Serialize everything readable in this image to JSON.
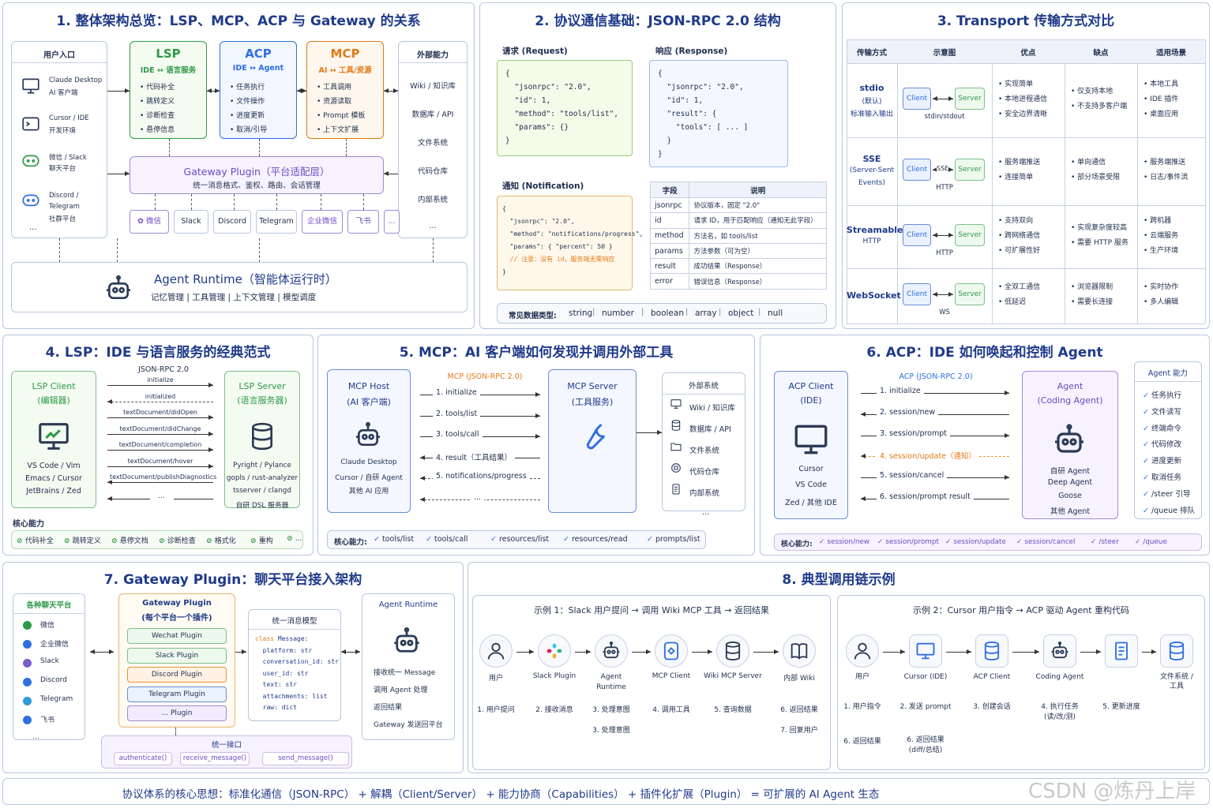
{
  "s1": {
    "title": "1. 整体架构总览：LSP、MCP、ACP 与 Gateway 的关系",
    "user_entry": {
      "title": "用户入口",
      "items": [
        [
          "Claude Desktop",
          "AI 客户端"
        ],
        [
          "Cursor / IDE",
          "开发环境"
        ],
        [
          "微信 / Slack",
          "聊天平台"
        ],
        [
          "Discord /",
          "Telegram",
          "社群平台"
        ]
      ],
      "more": "..."
    },
    "lsp": {
      "title": "LSP",
      "sub": "IDE ↔ 语言服务",
      "items": [
        "代码补全",
        "跳转定义",
        "诊断检查",
        "悬停信息"
      ]
    },
    "acp": {
      "title": "ACP",
      "sub": "IDE ↔ Agent",
      "items": [
        "任务执行",
        "文件操作",
        "进度更新",
        "取消/引导"
      ]
    },
    "mcp": {
      "title": "MCP",
      "sub": "AI ↔ 工具/资源",
      "items": [
        "工具调用",
        "资源读取",
        "Prompt 模板",
        "上下文扩展"
      ]
    },
    "ext": {
      "title": "外部能力",
      "items": [
        "Wiki / 知识库",
        "数据库 / API",
        "文件系统",
        "代码仓库",
        "内部系统",
        "..."
      ]
    },
    "gateway": {
      "title": "Gateway Plugin（平台适配层）",
      "sub": "统一消息格式、鉴权、路由、会话管理",
      "plugins": [
        "微信",
        "Slack",
        "Discord",
        "Telegram",
        "企业微信",
        "飞书",
        "..."
      ]
    },
    "runtime": {
      "title": "Agent Runtime（智能体运行时）",
      "sub": "记忆管理 | 工具管理 | 上下文管理 | 模型调度"
    }
  },
  "s2": {
    "title": "2. 协议通信基础：JSON-RPC 2.0 结构",
    "req_label": "请求 (Request)",
    "req_code": "{\n  \"jsonrpc\": \"2.0\",\n  \"id\": 1,\n  \"method\": \"tools/list\",\n  \"params\": {}\n}",
    "resp_label": "响应 (Response)",
    "resp_code": "{\n  \"jsonrpc\": \"2.0\",\n  \"id\": 1,\n  \"result\": {\n    \"tools\": [ ... ]\n  }\n}",
    "notif_label": "通知 (Notification)",
    "notif_code": "{\n  \"jsonrpc\": \"2.0\",\n  \"method\": \"notifications/progress\",\n  \"params\": { \"percent\": 50 }\n  // 注意：没有 id，服务端无需响应\n}",
    "table": {
      "head": [
        "字段",
        "说明"
      ],
      "rows": [
        [
          "jsonrpc",
          "协议版本，固定 \"2.0\""
        ],
        [
          "id",
          "请求 ID，用于匹配响应（通知无此字段）"
        ],
        [
          "method",
          "方法名，如 tools/list"
        ],
        [
          "params",
          "方法参数（可为空）"
        ],
        [
          "result",
          "成功结果（Response）"
        ],
        [
          "error",
          "错误信息（Response）"
        ]
      ]
    },
    "types_label": "常见数据类型:",
    "types": [
      "string",
      "number",
      "boolean",
      "array",
      "object",
      "null"
    ]
  },
  "s3": {
    "title": "3. Transport 传输方式对比",
    "head": [
      "传输方式",
      "示意图",
      "优点",
      "缺点",
      "适用场景"
    ],
    "rows": [
      {
        "name": [
          "stdio",
          "(默认)",
          "标准输入输出"
        ],
        "via": "stdin/stdout",
        "pros": [
          "实现简单",
          "本地进程通信",
          "安全边界清晰"
        ],
        "cons": [
          "仅支持本地",
          "不支持多客户端"
        ],
        "use": [
          "本地工具",
          "IDE 插件",
          "桌面应用"
        ]
      },
      {
        "name": [
          "SSE",
          "(Server-Sent",
          "Events)"
        ],
        "via": "HTTP",
        "mid": "SSE",
        "pros": [
          "服务端推送",
          "连接简单"
        ],
        "cons": [
          "单向通信",
          "部分场景受限"
        ],
        "use": [
          "服务端推送",
          "日志/事件流"
        ]
      },
      {
        "name": [
          "Streamable",
          "HTTP"
        ],
        "via": "HTTP",
        "pros": [
          "支持双向",
          "跨网络通信",
          "可扩展性好"
        ],
        "cons": [
          "实现复杂度较高",
          "需要 HTTP 服务"
        ],
        "use": [
          "跨机器",
          "云端服务",
          "生产环境"
        ]
      },
      {
        "name": [
          "WebSocket"
        ],
        "via": "WS",
        "pros": [
          "全双工通信",
          "低延迟"
        ],
        "cons": [
          "浏览器限制",
          "需要长连接"
        ],
        "use": [
          "实时协作",
          "多人编辑"
        ]
      }
    ],
    "client": "Client",
    "server": "Server"
  },
  "s4": {
    "title": "4. LSP：IDE 与语言服务的经典范式",
    "proto": "JSON-RPC 2.0",
    "client": {
      "title": [
        "LSP Client",
        "(编辑器)"
      ],
      "items": [
        "VS Code / Vim",
        "Emacs / Cursor",
        "JetBrains / Zed"
      ]
    },
    "server": {
      "title": [
        "LSP Server",
        "(语言服务器)"
      ],
      "items": [
        "Pyright / Pylance",
        "gopls / rust-analyzer",
        "tsserver / clangd",
        "自研 DSL 服务器"
      ]
    },
    "msgs": [
      "initialize",
      "initialized",
      "textDocument/didOpen",
      "textDocument/didChange",
      "textDocument/completion",
      "textDocument/hover",
      "textDocument/publishDiagnostics",
      "..."
    ],
    "core_label": "核心能力",
    "core": [
      "代码补全",
      "跳转定义",
      "悬停文档",
      "诊断检查",
      "格式化",
      "重构",
      "..."
    ]
  },
  "s5": {
    "title": "5. MCP：AI 客户端如何发现并调用外部工具",
    "proto": "MCP (JSON-RPC 2.0)",
    "host": {
      "title": [
        "MCP Host",
        "(AI 客户端)"
      ],
      "items": [
        "Claude Desktop",
        "Cursor / 自研 Agent",
        "其他 AI 应用"
      ]
    },
    "server": {
      "title": [
        "MCP Server",
        "(工具服务)"
      ]
    },
    "msgs": [
      "1. initialize",
      "2. tools/list",
      "3. tools/call",
      "4. result（工具结果）",
      "5. notifications/progress",
      "..."
    ],
    "ext": {
      "title": "外部系统",
      "items": [
        "Wiki / 知识库",
        "数据库 / API",
        "文件系统",
        "代码仓库",
        "内部系统",
        "..."
      ]
    },
    "core_label": "核心能力:",
    "core": [
      "tools/list",
      "tools/call",
      "resources/list",
      "resources/read",
      "prompts/list"
    ]
  },
  "s6": {
    "title": "6. ACP：IDE 如何唤起和控制 Agent",
    "proto": "ACP (JSON-RPC 2.0)",
    "client": {
      "title": [
        "ACP Client",
        "(IDE)"
      ],
      "items": [
        "Cursor",
        "VS Code",
        "Zed / 其他 IDE"
      ]
    },
    "agent": {
      "title": [
        "Agent",
        "(Coding Agent)"
      ],
      "items": [
        "自研 Agent",
        "Deep Agent",
        "Goose",
        "其他 Agent"
      ]
    },
    "msgs": [
      "1. initialize",
      "2. session/new",
      "3. session/prompt",
      "4. session/update（通知）",
      "5. session/cancel",
      "6. session/prompt result"
    ],
    "abil": {
      "title": "Agent 能力",
      "items": [
        "任务执行",
        "文件读写",
        "终端命令",
        "代码修改",
        "进度更新",
        "取消任务",
        "/steer 引导",
        "/queue 排队"
      ]
    },
    "core_label": "核心能力:",
    "core": [
      "session/new",
      "session/prompt",
      "session/update",
      "session/cancel",
      "/steer",
      "/queue"
    ]
  },
  "s7": {
    "title": "7. Gateway Plugin：聊天平台接入架构",
    "platforms": {
      "title": "各种聊天平台",
      "items": [
        "微信",
        "企业微信",
        "Slack",
        "Discord",
        "Telegram",
        "飞书",
        "..."
      ]
    },
    "gp": {
      "title": [
        "Gateway Plugin",
        "(每个平台一个插件)"
      ],
      "items": [
        "Wechat Plugin",
        "Slack Plugin",
        "Discord Plugin",
        "Telegram Plugin",
        "... Plugin"
      ]
    },
    "model": {
      "title": "统一消息模型",
      "code": "class Message:\n  platform: str\n  conversation_id: str\n  user_id: str\n  text: str\n  attachments: list\n  raw: dict"
    },
    "rt": {
      "title": "Agent Runtime",
      "items": [
        "接收统一 Message",
        "调用 Agent 处理",
        "返回结果",
        "Gateway 发送回平台"
      ]
    },
    "iface": {
      "title": "统一接口",
      "items": [
        "authenticate()",
        "receive_message()",
        "send_message()"
      ]
    }
  },
  "s8": {
    "title": "8. 典型调用链示例",
    "ex1": {
      "title": "示例 1：Slack 用户提问 → 调用 Wiki MCP 工具 → 返回结果",
      "nodes": [
        "用户",
        "Slack Plugin",
        "Agent Runtime",
        "MCP Client",
        "Wiki MCP Server",
        "内部 Wiki"
      ],
      "steps": [
        "1. 用户提问",
        "2. 接收消息",
        "3. 处理意图",
        "4. 调用工具",
        "5. 查询数据",
        "6. 返回结果"
      ],
      "steps2": [
        "3. 处理意图",
        "7. 回复用户"
      ]
    },
    "ex2": {
      "title": "示例 2：Cursor 用户指令 → ACP 驱动 Agent 重构代码",
      "nodes": [
        "用户",
        "Cursor (IDE)",
        "ACP Client",
        "Coding Agent",
        "",
        "文件系统 / 工具"
      ],
      "steps": [
        "1. 用户指令",
        "2. 发送 prompt",
        "3. 创建会话",
        "4. 执行任务 (读/改/测)",
        "5. 更新进度"
      ],
      "steps2": [
        "6. 返回结果",
        "6. 返回结果 (diff/总结)"
      ]
    }
  },
  "footer": "协议体系的核心思想：标准化通信（JSON-RPC） + 解耦（Client/Server） + 能力协商（Capabilities） + 插件化扩展（Plugin） = 可扩展的 AI Agent 生态",
  "watermark": "CSDN @炼丹上岸",
  "colors": {
    "lsp": "#2e9a48",
    "acp": "#2f6fe0",
    "mcp": "#e07a18",
    "gateway": "#7a5cc9",
    "title": "#1f3a8a",
    "code_bg": "#f3fbe9"
  }
}
